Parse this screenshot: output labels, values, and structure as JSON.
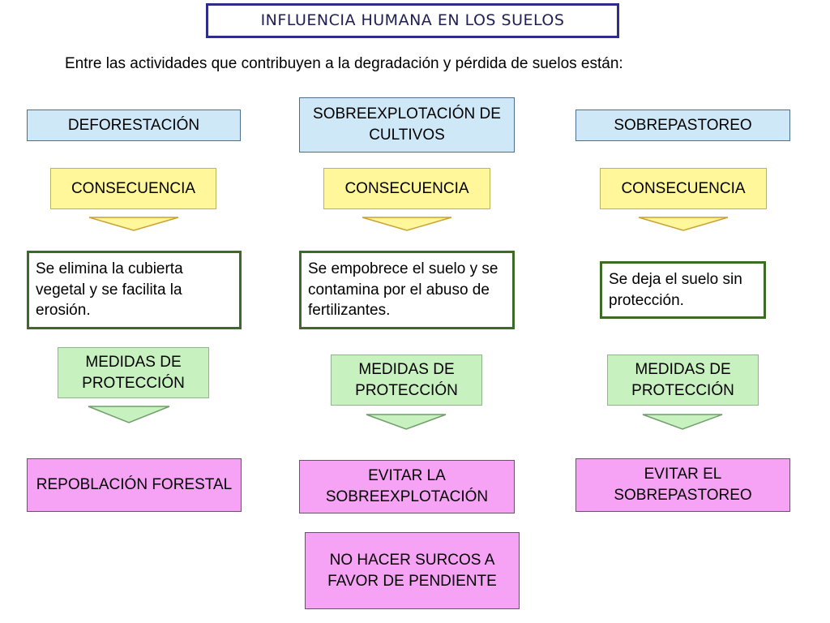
{
  "title": "INFLUENCIA HUMANA EN LOS SUELOS",
  "intro": "Entre las actividades que contribuyen a la degradación y pérdida de suelos están:",
  "columns": [
    {
      "activity": "DEFORESTACIÓN",
      "consequence_label": "CONSECUENCIA",
      "effect": "Se elimina la cubierta vegetal y se facilita la erosión.",
      "measure_label": "MEDIDAS DE PROTECCIÓN",
      "solutions": [
        "REPOBLACIÓN FORESTAL"
      ]
    },
    {
      "activity": "SOBREEXPLOTACIÓN DE CULTIVOS",
      "consequence_label": "CONSECUENCIA",
      "effect": "Se empobrece el suelo y se contamina por el abuso de fertilizantes.",
      "measure_label": "MEDIDAS DE PROTECCIÓN",
      "solutions": [
        "EVITAR LA SOBREEXPLOTACIÓN",
        "NO HACER SURCOS A FAVOR DE PENDIENTE"
      ]
    },
    {
      "activity": "SOBREPASTOREO",
      "consequence_label": "CONSECUENCIA",
      "effect": "Se deja el suelo sin protección.",
      "measure_label": "MEDIDAS DE PROTECCIÓN",
      "solutions": [
        "EVITAR EL SOBREPASTOREO"
      ]
    }
  ],
  "colors": {
    "activity_fill": "#cfe8f7",
    "consequence_fill": "#fff79a",
    "effect_border": "#3c6b26",
    "measure_fill": "#c8f1c0",
    "solution_fill": "#f7a3f5",
    "title_border": "#2e2e8a"
  }
}
